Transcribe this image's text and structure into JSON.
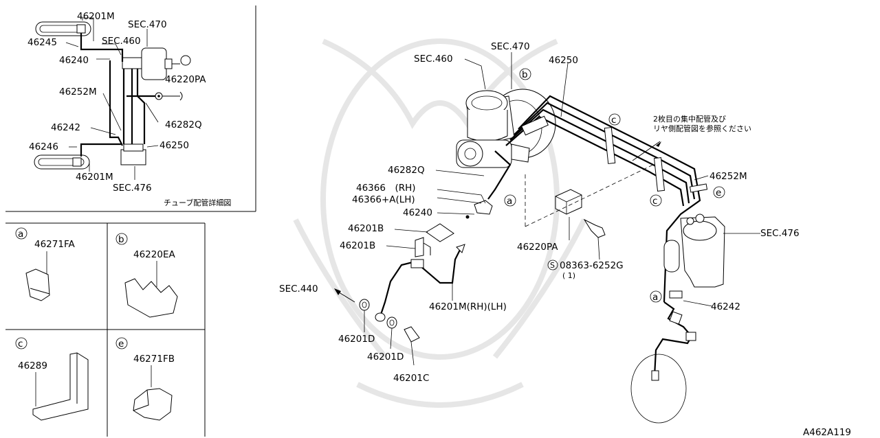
{
  "inset": {
    "labels": {
      "l46201M_top": "46201M",
      "l46245": "46245",
      "sec470": "SEC.470",
      "sec460": "SEC.460",
      "l46240": "46240",
      "l46220PA": "46220PA",
      "l46252M": "46252M",
      "l46282Q": "46282Q",
      "l46242": "46242",
      "l46246": "46246",
      "l46250": "46250",
      "l46201M_bot": "46201M",
      "sec476": "SEC.476"
    },
    "caption": "チューブ配管詳細図"
  },
  "parts_table": [
    {
      "letter": "a",
      "part": "46271FA"
    },
    {
      "letter": "b",
      "part": "46220EA"
    },
    {
      "letter": "c",
      "part": "46289"
    },
    {
      "letter": "e",
      "part": "46271FB"
    }
  ],
  "main": {
    "labels": {
      "sec460": "SEC.460",
      "sec470": "SEC.470",
      "p46250": "46250",
      "p46282Q": "46282Q",
      "p46366": "46366　(RH)",
      "p46366A": "46366+A(LH)",
      "p46240": "46240",
      "p46201B_1": "46201B",
      "p46201B_2": "46201B",
      "p46220PA": "46220PA",
      "bolt": "08363-6252G",
      "bolt_qty": "( 1)",
      "p46252M": "46252M",
      "sec476": "SEC.476",
      "sec440": "SEC.440",
      "p46201M": "46201M(RH)(LH)",
      "p46242": "46242",
      "p46201D_1": "46201D",
      "p46201D_2": "46201D",
      "p46201C": "46201C"
    },
    "note_line1": "2枚目の集中配管及び",
    "note_line2": "リヤ側配管図を参照ください",
    "bolt_symbol": "S",
    "callouts": [
      "b",
      "c",
      "c",
      "e",
      "a",
      "a"
    ]
  },
  "figure_code": "A462A119"
}
